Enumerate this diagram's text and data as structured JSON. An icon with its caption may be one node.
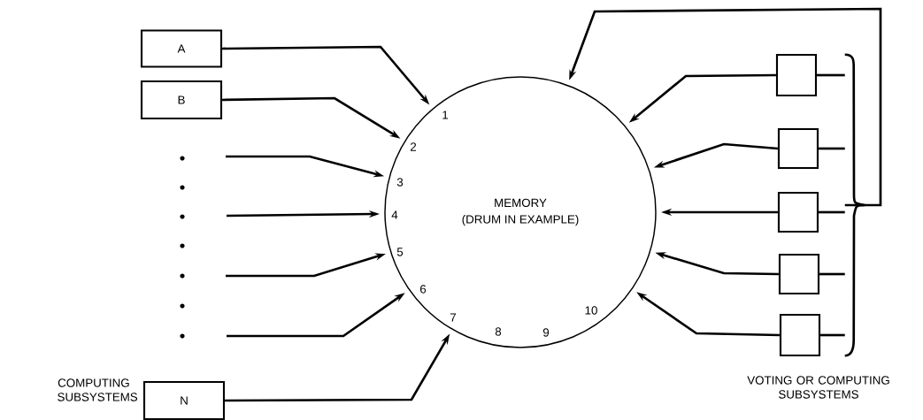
{
  "diagram": {
    "nodes": [
      {
        "text": [
          "A"
        ]
      },
      {
        "text": [
          "B"
        ]
      },
      {
        "text": [
          "N"
        ],
        "beside": [
          "COMPUTING SUBSYSTEMS"
        ]
      },
      {
        "text": [
          "MEMORY",
          "(DRUM IN EXAMPLE)"
        ]
      },
      {
        "text": [],
        "shape": "box"
      },
      {
        "text": [],
        "shape": "box"
      },
      {
        "text": [],
        "shape": "box"
      },
      {
        "text": [],
        "shape": "box"
      },
      {
        "text": [],
        "shape": "box"
      },
      {
        "text": [],
        "shape": "bracket"
      }
    ],
    "edges": [
      {
        "from": 0,
        "to": 3,
        "arrow": "to"
      },
      {
        "from": 1,
        "to": 3,
        "arrow": "to"
      },
      {
        "from": null,
        "to": 3,
        "arrow": "to"
      },
      {
        "from": null,
        "to": 3,
        "arrow": "to"
      },
      {
        "from": null,
        "to": 3,
        "arrow": "to"
      },
      {
        "from": null,
        "to": 3,
        "arrow": "to"
      },
      {
        "from": 2,
        "to": 3,
        "arrow": "to"
      },
      {
        "from": 4,
        "to": 3,
        "arrow": "to"
      },
      {
        "from": 5,
        "to": 3,
        "arrow": "to"
      },
      {
        "from": 6,
        "to": 3,
        "arrow": "to"
      },
      {
        "from": 7,
        "to": 3,
        "arrow": "to"
      },
      {
        "from": 8,
        "to": 3,
        "arrow": "to"
      },
      {
        "from": 9,
        "to": 3,
        "arrow": "to"
      },
      {
        "from": 4,
        "to": 9,
        "arrow": "none"
      },
      {
        "from": 5,
        "to": 9,
        "arrow": "none"
      },
      {
        "from": 6,
        "to": 9,
        "arrow": "none"
      },
      {
        "from": 7,
        "to": 9,
        "arrow": "none"
      },
      {
        "from": 8,
        "to": 9,
        "arrow": "none"
      }
    ],
    "labels": [
      "1",
      "2",
      "3",
      "4",
      "5",
      "6",
      "7",
      "8",
      "9",
      "10",
      "VOTING OR COMPUTING SUBSYSTEMS"
    ]
  }
}
